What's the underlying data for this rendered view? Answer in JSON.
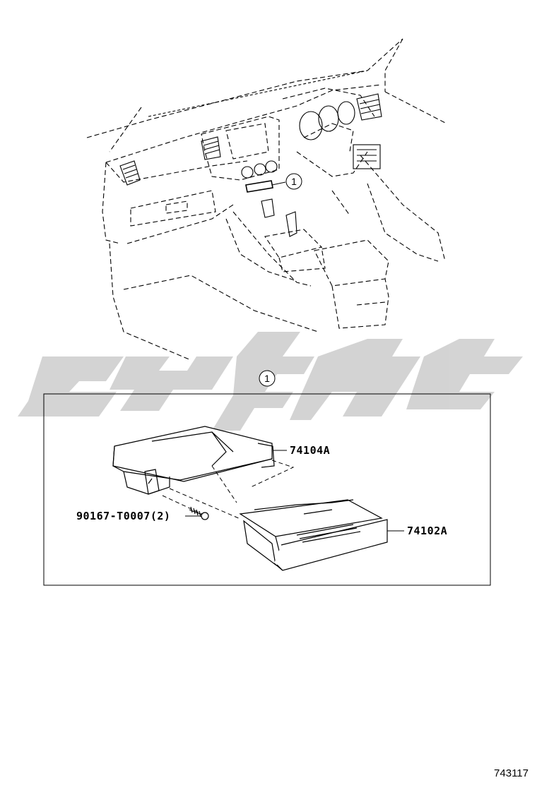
{
  "callout": {
    "marker": "1"
  },
  "detail": {
    "marker": "1",
    "parts": [
      {
        "number": "74104A"
      },
      {
        "number": "90167-T0007(2)"
      },
      {
        "number": "74102A"
      }
    ]
  },
  "reference_number": "743117",
  "colors": {
    "line": "#000000",
    "watermark": "#cfcfcf",
    "background": "#ffffff"
  }
}
